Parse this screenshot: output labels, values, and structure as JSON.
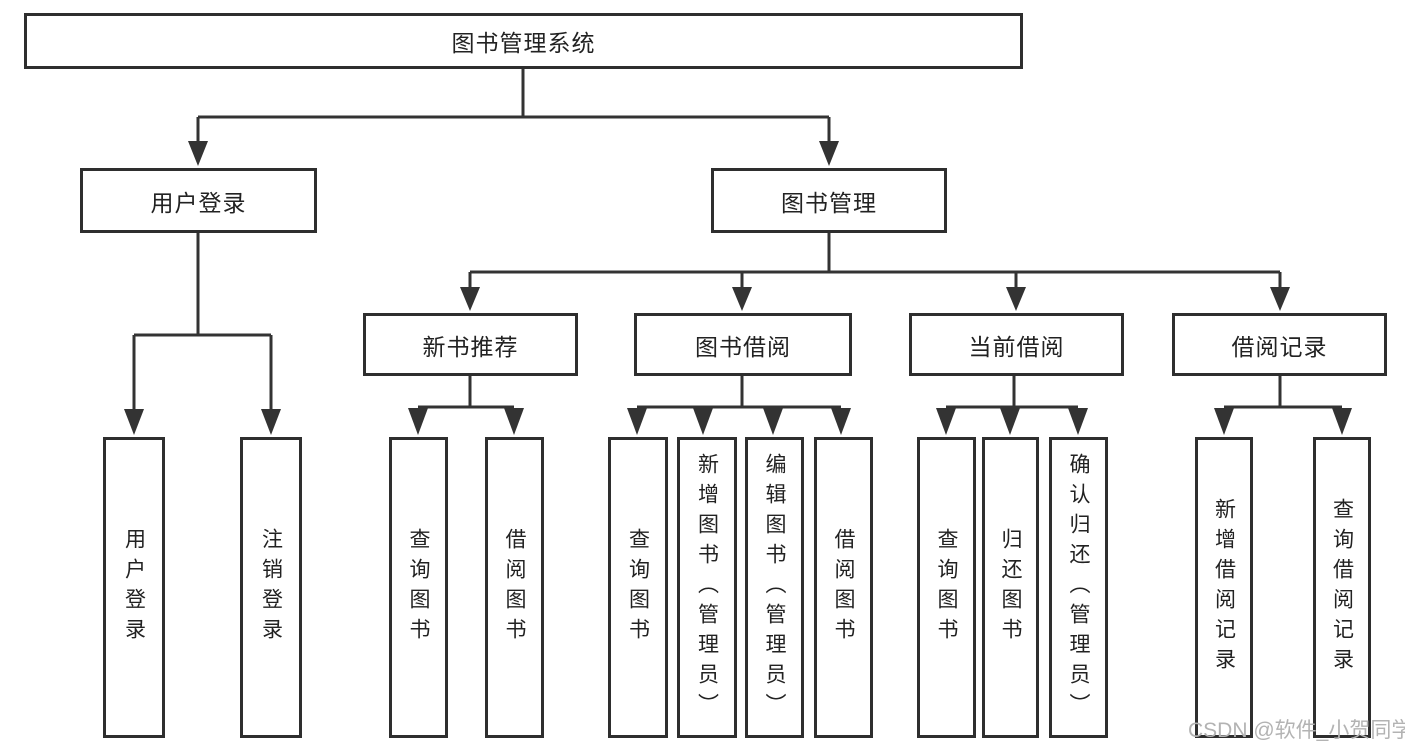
{
  "diagram": {
    "root": {
      "label": "图书管理系统"
    },
    "level2": {
      "user_login": {
        "label": "用户登录"
      },
      "book_management": {
        "label": "图书管理"
      }
    },
    "level3": {
      "new_book_recommend": {
        "label": "新书推荐"
      },
      "book_borrow": {
        "label": "图书借阅"
      },
      "current_borrow": {
        "label": "当前借阅"
      },
      "borrow_records": {
        "label": "借阅记录"
      }
    },
    "level4": {
      "user_login_leaf": {
        "label": "用户登录"
      },
      "logout_leaf": {
        "label": "注销登录"
      },
      "newbook_query_books": {
        "label": "查询图书"
      },
      "newbook_borrow_books": {
        "label": "借阅图书"
      },
      "borrow_query_books": {
        "label": "查询图书"
      },
      "borrow_add_books_admin": {
        "label": "新增图书（管理员）"
      },
      "borrow_edit_books_admin": {
        "label": "编辑图书（管理员）"
      },
      "borrow_borrow_books": {
        "label": "借阅图书"
      },
      "current_query_books": {
        "label": "查询图书"
      },
      "current_return_books": {
        "label": "归还图书"
      },
      "current_confirm_return_admin": {
        "label": "确认归还（管理员）"
      },
      "records_add_record": {
        "label": "新增借阅记录"
      },
      "records_query_record": {
        "label": "查询借阅记录"
      }
    },
    "watermark": "CSDN @软件_小贺同学",
    "colors": {
      "line": "#333333",
      "box_border": "#2e2e2e",
      "text": "#222222",
      "watermark": "#b3b3b3",
      "background": "#ffffff"
    }
  }
}
